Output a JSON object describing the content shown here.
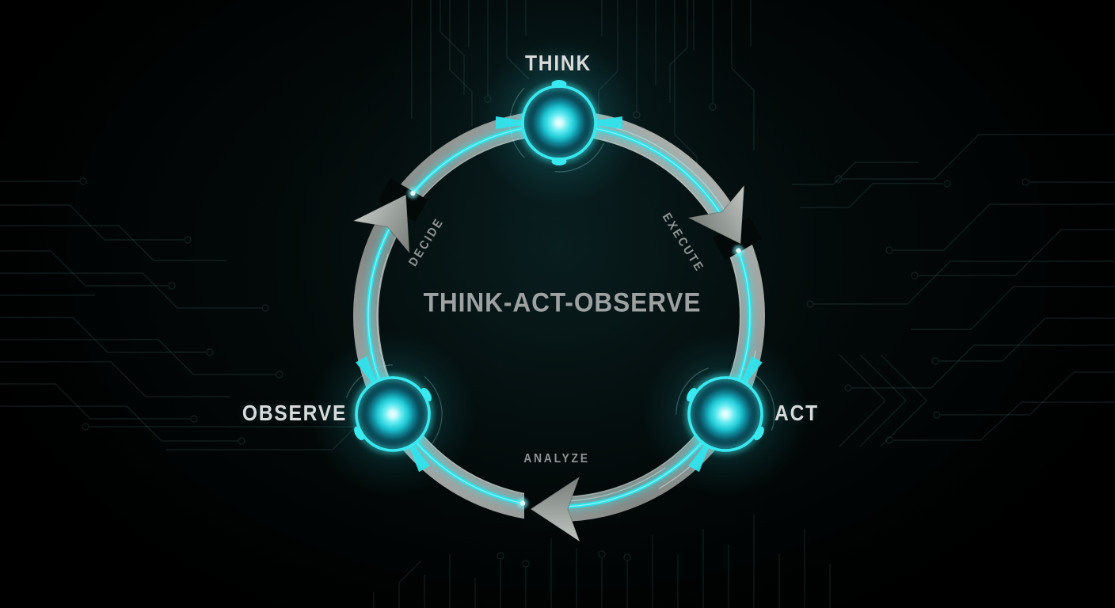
{
  "title": "THINK-ACT-OBSERVE",
  "cycle": {
    "center_label": "THINK-ACT-OBSERVE",
    "direction": "clockwise",
    "nodes": [
      {
        "id": "think",
        "label": "THINK",
        "position": "top"
      },
      {
        "id": "act",
        "label": "ACT",
        "position": "right"
      },
      {
        "id": "observe",
        "label": "OBSERVE",
        "position": "left"
      }
    ],
    "transitions": [
      {
        "id": "execute",
        "label": "EXECUTE",
        "from": "THINK",
        "to": "ACT"
      },
      {
        "id": "analyze",
        "label": "ANALYZE",
        "from": "ACT",
        "to": "OBSERVE"
      },
      {
        "id": "decide",
        "label": "DECIDE",
        "from": "OBSERVE",
        "to": "THINK"
      }
    ]
  },
  "colors": {
    "background": "#020606",
    "accent_cyan": "#2fe3ec",
    "ring_gray": "#9aa09d",
    "arrow_gray": "#9aa09c",
    "node_label_color": "#d8dbdb",
    "center_label_color": "#9da1a1",
    "step_label_color": "#8f9393",
    "circuit_line_color": "#5f9496"
  }
}
